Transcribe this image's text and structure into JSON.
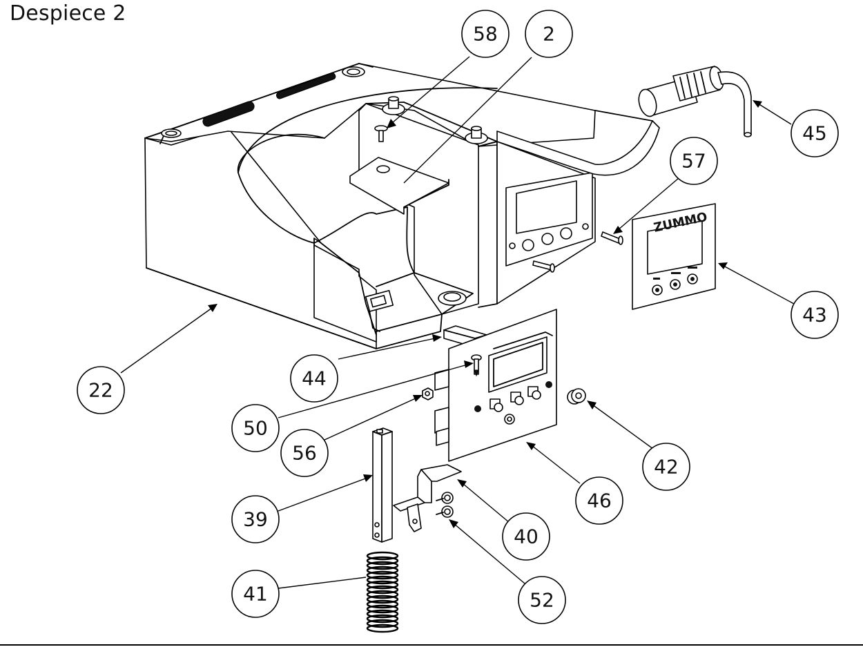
{
  "title": "Despiece 2",
  "logo_text": "ZUMMO",
  "callouts": [
    "58",
    "2",
    "45",
    "57",
    "43",
    "22",
    "44",
    "50",
    "56",
    "42",
    "46",
    "39",
    "40",
    "41",
    "52"
  ]
}
